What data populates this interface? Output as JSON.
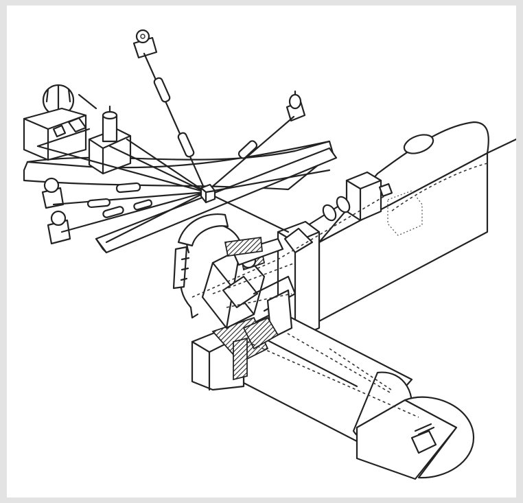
{
  "figure": {
    "background": "#e3e3e3",
    "paper": "#ffffff",
    "ink": "#222222",
    "parts": {
      "sensor_heads": [
        "sensor-head-top",
        "sensor-head-upper-right",
        "sensor-head-left-1",
        "sensor-head-left-2"
      ],
      "has_central_hub": true,
      "has_cylindrical_chamber": true,
      "has_mirror_frame": true
    }
  }
}
